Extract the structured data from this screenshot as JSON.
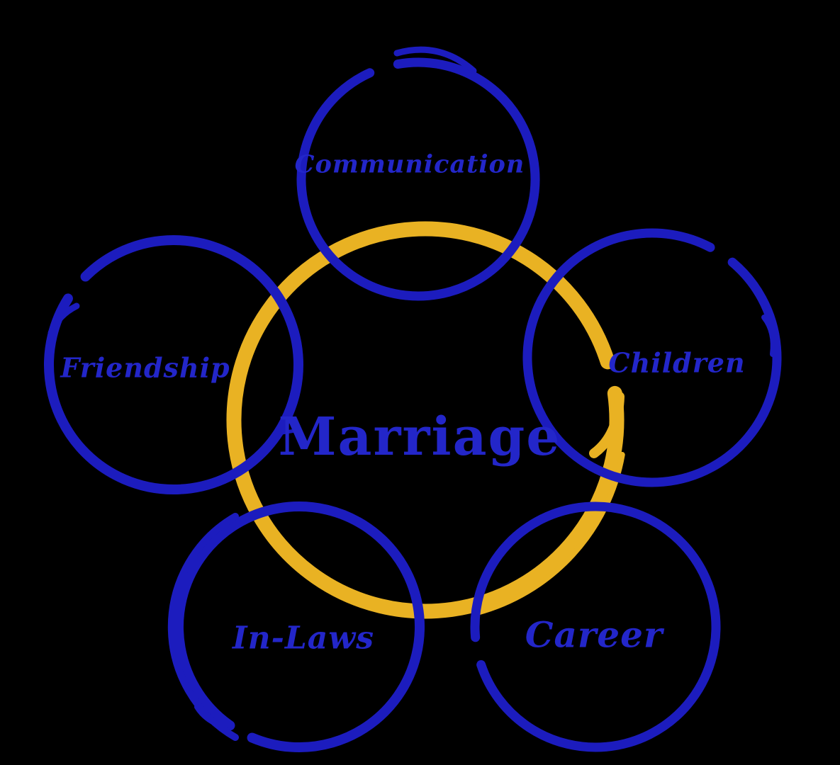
{
  "diagram": {
    "type": "hub-and-spoke-circles",
    "center_label": "Marriage",
    "nodes": [
      {
        "id": "communication",
        "label": "Communication",
        "position": "top"
      },
      {
        "id": "friendship",
        "label": "Friendship",
        "position": "left"
      },
      {
        "id": "children",
        "label": "Children",
        "position": "right"
      },
      {
        "id": "in_laws",
        "label": "In-Laws",
        "position": "bottom-left"
      },
      {
        "id": "career",
        "label": "Career",
        "position": "bottom-right"
      }
    ],
    "colors": {
      "center_ring": "#e9b223",
      "node_ring": "#1c1cbe",
      "label_text": "#2326c9",
      "background": "#000000"
    }
  }
}
